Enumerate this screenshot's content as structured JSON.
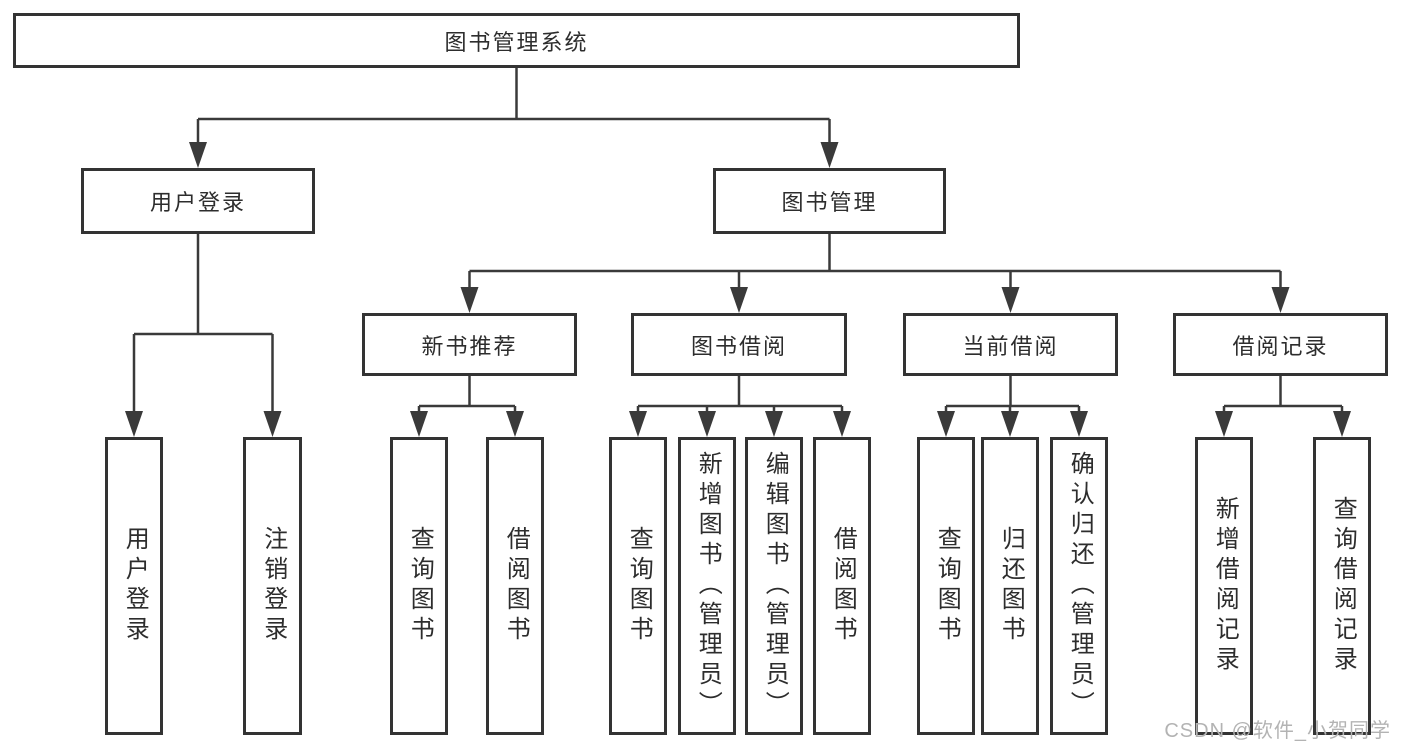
{
  "tree": {
    "root": {
      "label": "图书管理系统"
    },
    "level1": [
      {
        "label": "用户登录",
        "children": [
          "用户登录",
          "注销登录"
        ]
      },
      {
        "label": "图书管理"
      }
    ],
    "level2": [
      {
        "label": "新书推荐",
        "children": [
          "查询图书",
          "借阅图书"
        ]
      },
      {
        "label": "图书借阅",
        "children": [
          "查询图书",
          "新增图书（管理员）",
          "编辑图书（管理员）",
          "借阅图书"
        ]
      },
      {
        "label": "当前借阅",
        "children": [
          "查询图书",
          "归还图书",
          "确认归还（管理员）"
        ]
      },
      {
        "label": "借阅记录",
        "children": [
          "新增借阅记录",
          "查询借阅记录"
        ]
      }
    ]
  },
  "watermark": "CSDN @软件_小贺同学",
  "colors": {
    "line": "#3a3a3a",
    "box_border": "#333333",
    "text": "#2d2d2d",
    "watermark": "#b3b3b3",
    "background": "#ffffff"
  }
}
